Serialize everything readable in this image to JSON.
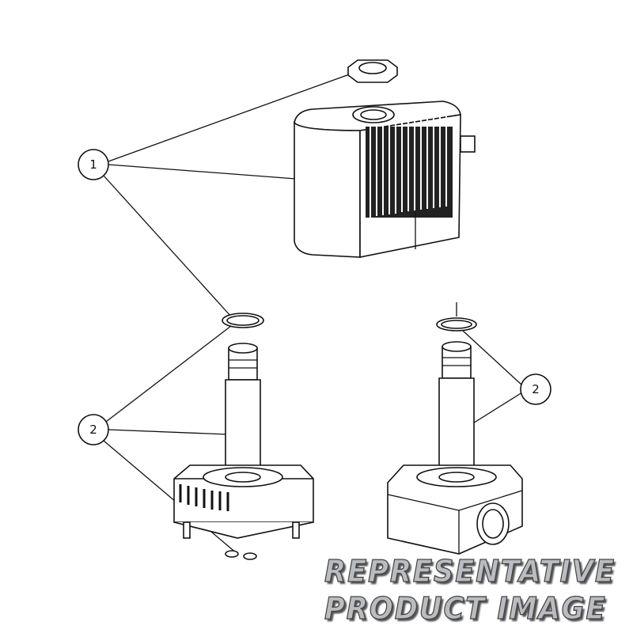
{
  "callouts": [
    {
      "label": "1"
    },
    {
      "label": "2"
    },
    {
      "label": "2"
    }
  ],
  "watermark": {
    "line1": "REPRESENTATIVE",
    "line2": "PRODUCT IMAGE"
  },
  "colors": {
    "line": "#111111",
    "watermark_fill": "#b9bcc0"
  }
}
